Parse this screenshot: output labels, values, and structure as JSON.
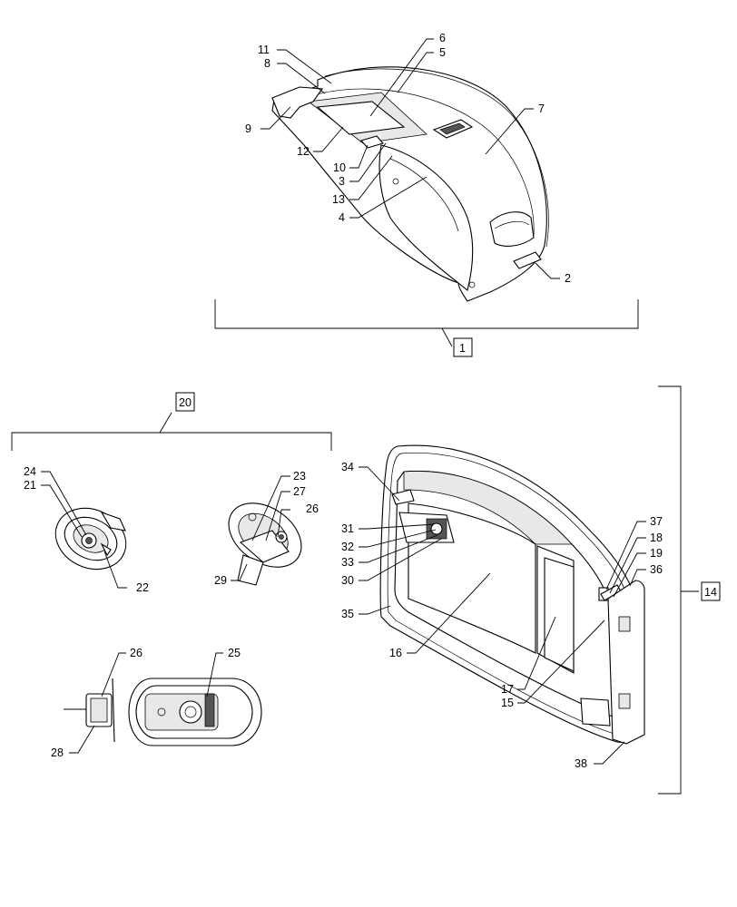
{
  "diagram": {
    "callouts": {
      "c1": "1",
      "c2": "2",
      "c3": "3",
      "c4": "4",
      "c5": "5",
      "c6": "6",
      "c7": "7",
      "c8": "8",
      "c9": "9",
      "c10": "10",
      "c11": "11",
      "c12": "12",
      "c13": "13",
      "c14": "14",
      "c15": "15",
      "c16": "16",
      "c17": "17",
      "c18": "18",
      "c19": "19",
      "c20": "20",
      "c21": "21",
      "c22": "22",
      "c23": "23",
      "c24": "24",
      "c25": "25",
      "c26a": "26",
      "c26b": "26",
      "c27": "27",
      "c28": "28",
      "c29": "29",
      "c30": "30",
      "c31": "31",
      "c32": "32",
      "c33": "33",
      "c34": "34",
      "c35": "35",
      "c36": "36",
      "c37": "37",
      "c38": "38"
    },
    "boxed_callouts": [
      "1",
      "14",
      "20"
    ]
  }
}
